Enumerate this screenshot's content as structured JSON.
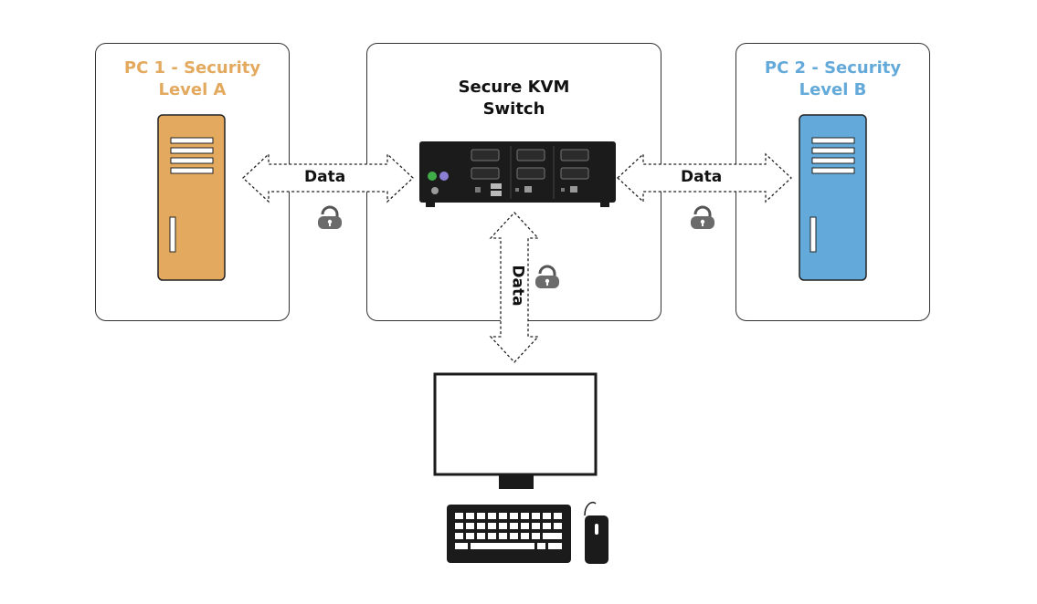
{
  "pc1": {
    "title_line1": "PC 1 - Security",
    "title_line2": "Level A",
    "color": "#E3A95E"
  },
  "kvm": {
    "title_line1": "Secure KVM",
    "title_line2": "Switch"
  },
  "pc2": {
    "title_line1": "PC 2 - Security",
    "title_line2": "Level B",
    "color": "#63AADA"
  },
  "links": {
    "left_label": "Data",
    "right_label": "Data",
    "down_label": "Data"
  },
  "icons": [
    "padlock-icon",
    "tower-pc-icon",
    "kvm-switch-icon",
    "monitor-icon",
    "keyboard-icon",
    "mouse-icon"
  ]
}
